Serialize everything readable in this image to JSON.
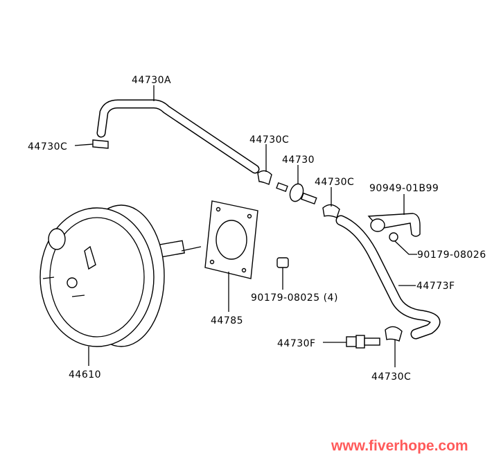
{
  "diagram": {
    "title": "Brake booster and vacuum hose parts",
    "labels": {
      "hose_upper": "44730A",
      "clamp_left": "44730C",
      "clamp_mid": "44730C",
      "check_valve": "44730",
      "clamp_right": "44730C",
      "bracket": "90949-01B99",
      "nut_bracket": "90179-08026",
      "hose_lower": "44773F",
      "gasket": "44785",
      "nut_booster": "90179-08025 (4)",
      "booster": "44610",
      "fitting": "44730F",
      "clamp_bottom": "44730C"
    },
    "watermark": "www.fiverhope.com",
    "colors": {
      "watermark": "#ff5a5a",
      "line": "#000000"
    }
  }
}
